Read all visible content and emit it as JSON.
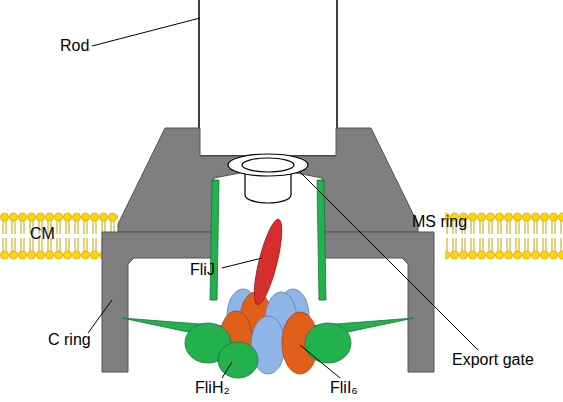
{
  "diagram": {
    "labels": [
      "Rod",
      "CM",
      "MS ring",
      "FliJ",
      "C ring",
      "Export gate",
      "FliH₂",
      "FliI₆"
    ]
  }
}
